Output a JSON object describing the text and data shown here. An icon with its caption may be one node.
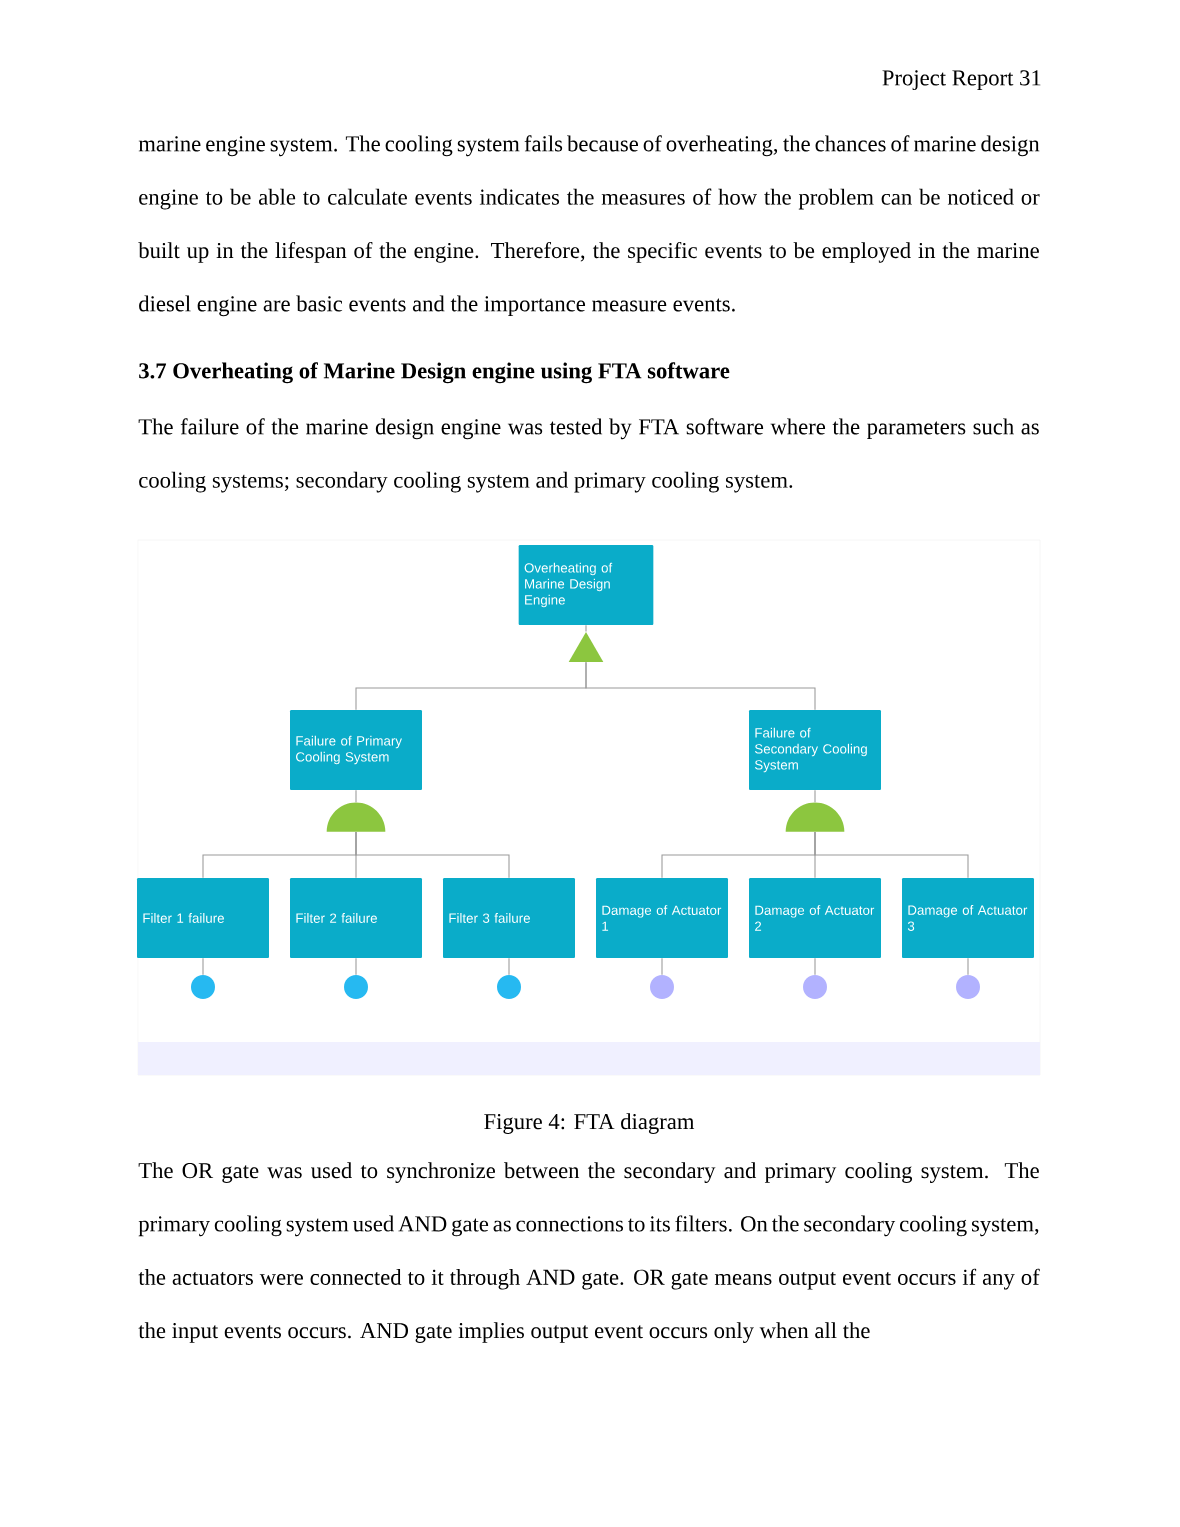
{
  "diagram": {
    "title": "3.7 Overheating of Marine Design engine using FTA software",
    "caption": "Figure 4: FTA diagram",
    "nodes": [
      {
        "text": [
          "Overheating of Marine Design Engine"
        ]
      },
      {
        "text": [],
        "shape": "triangle"
      },
      {
        "text": [
          "Failure of Primary Cooling System"
        ]
      },
      {
        "text": [
          "Failure of Secondary Cooling System"
        ]
      },
      {
        "text": [],
        "shape": "semicircle"
      },
      {
        "text": [],
        "shape": "semicircle"
      },
      {
        "text": [
          "Filter 1 failure"
        ]
      },
      {
        "text": [
          "Filter 2 failure"
        ]
      },
      {
        "text": [
          "Filter 3 failure"
        ]
      },
      {
        "text": [
          "Damage of Actuator 1"
        ]
      },
      {
        "text": [
          "Damage of Actuator 2"
        ]
      },
      {
        "text": [
          "Damage of Actuator 3"
        ]
      },
      {
        "text": [],
        "shape": "circle"
      },
      {
        "text": [],
        "shape": "circle"
      },
      {
        "text": [],
        "shape": "circle"
      },
      {
        "text": [],
        "shape": "circle"
      },
      {
        "text": [],
        "shape": "circle"
      },
      {
        "text": [],
        "shape": "circle"
      }
    ],
    "edges": [
      {
        "from": 0,
        "to": 1,
        "arrow": "none"
      },
      {
        "from": 1,
        "to": 2,
        "arrow": "none"
      },
      {
        "from": 1,
        "to": 3,
        "arrow": "none"
      },
      {
        "from": 2,
        "to": 4,
        "arrow": "none"
      },
      {
        "from": 3,
        "to": 5,
        "arrow": "none"
      },
      {
        "from": 4,
        "to": 6,
        "arrow": "none"
      },
      {
        "from": 4,
        "to": 7,
        "arrow": "none"
      },
      {
        "from": 4,
        "to": 8,
        "arrow": "none"
      },
      {
        "from": 5,
        "to": 9,
        "arrow": "none"
      },
      {
        "from": 5,
        "to": 10,
        "arrow": "none"
      },
      {
        "from": 5,
        "to": 11,
        "arrow": "none"
      },
      {
        "from": 6,
        "to": 12,
        "arrow": "none"
      },
      {
        "from": 7,
        "to": 13,
        "arrow": "none"
      },
      {
        "from": 8,
        "to": 14,
        "arrow": "none"
      },
      {
        "from": 9,
        "to": 15,
        "arrow": "none"
      },
      {
        "from": 10,
        "to": 16,
        "arrow": "none"
      },
      {
        "from": 11,
        "to": 17,
        "arrow": "none"
      }
    ],
    "labels": [
      "Project Report 31",
      "marine engine system. The cooling system fails because of overheating, the chances of marine design engine to be able to calculate events indicates the measures of how the problem can be noticed or built up in the lifespan of the engine. Therefore, the specific events to be employed in the marine diesel engine are basic events and the importance measure events.",
      "The failure of the marine design engine was tested by FTA software where the parameters such as cooling systems; secondary cooling system and primary cooling system.",
      "The OR gate was used to synchronize between the secondary and primary cooling system. The primary cooling system used AND gate as connections to its filters. On the secondary cooling system, the actuators were connected to it through AND gate. OR gate means output event occurs if any of the input events occurs. AND gate implies output event occurs only when all the"
    ]
  }
}
